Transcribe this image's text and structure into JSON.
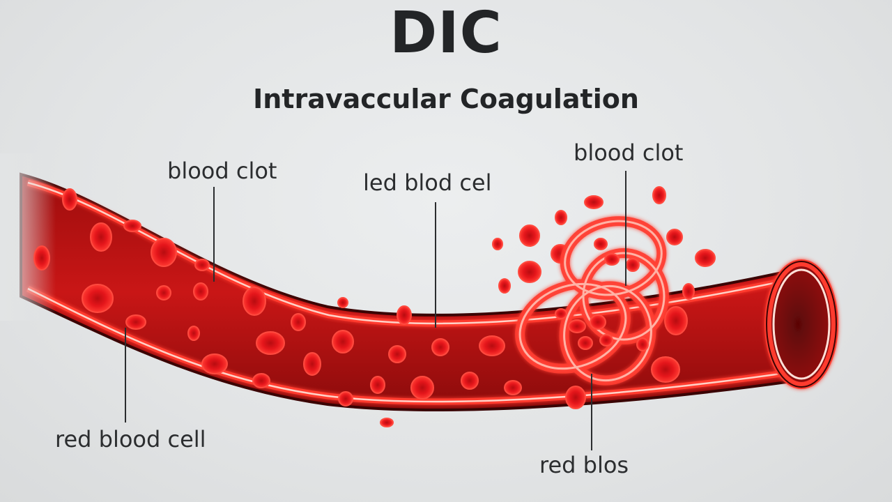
{
  "title": "DIC",
  "subtitle": "Intravaccular Coagulation",
  "labels": {
    "clot_left": "blood clot",
    "rbc_middle": "led blod cel",
    "clot_right": "blood clot",
    "rbc_bottom": "red blood cell",
    "red_blos": "red blos"
  },
  "colors": {
    "background": "#e4e6e7",
    "vessel_dark": "#7a0a0a",
    "vessel_mid": "#c81414",
    "vessel_wall": "#ff3b2f",
    "wall_highlight": "#ffd2c8",
    "cell": "#e8191e",
    "text": "#232527"
  }
}
